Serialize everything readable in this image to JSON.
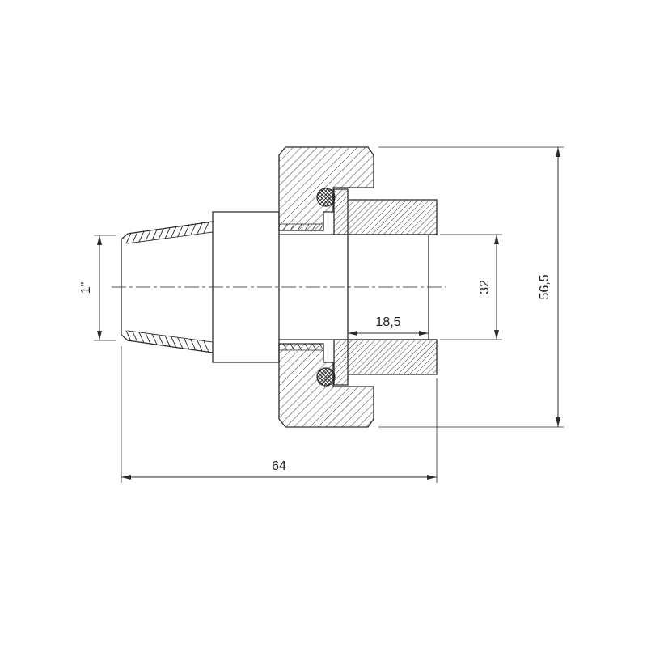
{
  "drawing": {
    "title": "pipe-union-fitting-technical-drawing",
    "labels": {
      "thread_size": "1\"",
      "socket_depth": "18,5",
      "bore_diameter": "32",
      "body_diameter": "56,5",
      "overall_length": "64"
    },
    "colors": {
      "line": "#2b2b2b",
      "background": "#ffffff"
    }
  }
}
